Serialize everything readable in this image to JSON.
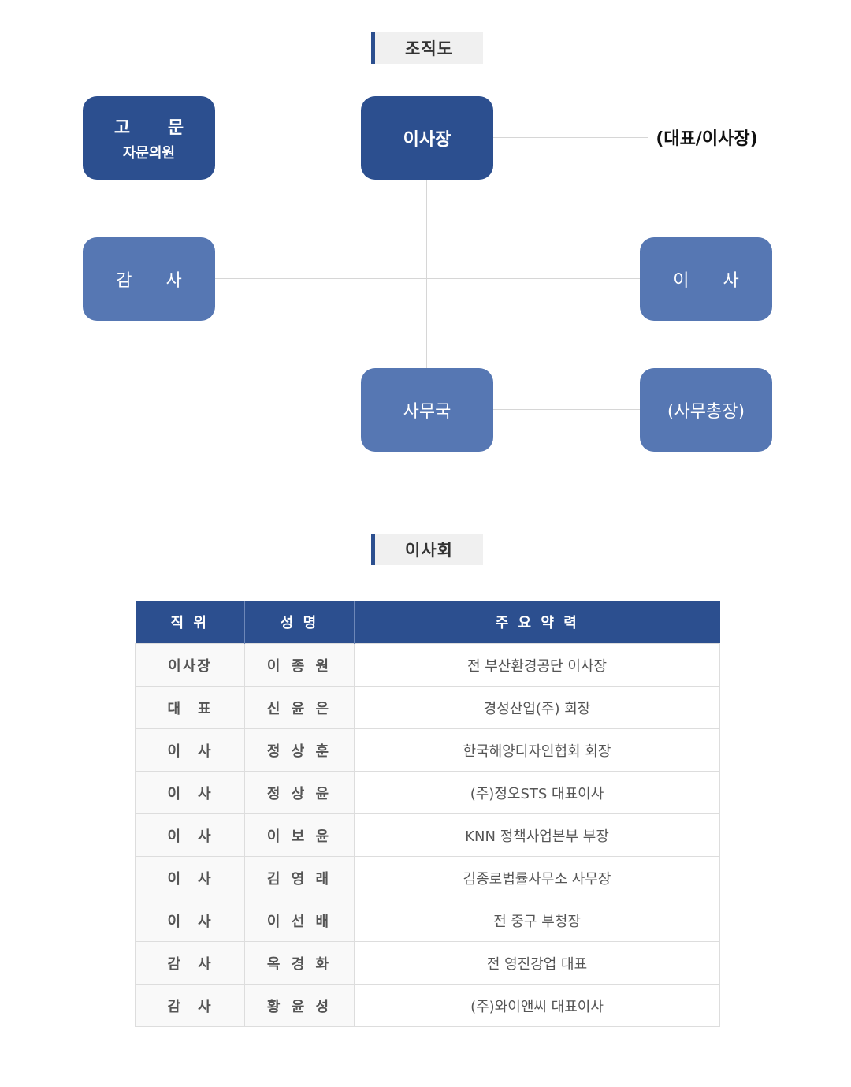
{
  "org_chart": {
    "title": "조직도",
    "advisor": {
      "line1": "고 문",
      "line2": "자문의원"
    },
    "chairman": "이사장",
    "chairman_note": "(대표/이사장)",
    "auditor": "감 사",
    "director": "이 사",
    "secretariat": "사무국",
    "secretary_general": "(사무총장)",
    "colors": {
      "dark": "#2c4f8f",
      "light": "#5677b3"
    }
  },
  "board": {
    "title": "이사회",
    "headers": [
      "직 위",
      "성 명",
      "주 요 약 력"
    ],
    "rows": [
      {
        "position": "이사장",
        "name": "이 종 원",
        "career": "전 부산환경공단 이사장"
      },
      {
        "position": "대　표",
        "name": "신 윤 은",
        "career": "경성산업(주) 회장"
      },
      {
        "position": "이　사",
        "name": "정 상 훈",
        "career": "한국해양디자인협회 회장"
      },
      {
        "position": "이　사",
        "name": "정 상 윤",
        "career": "(주)정오STS 대표이사"
      },
      {
        "position": "이　사",
        "name": "이 보 윤",
        "career": "KNN 정책사업본부 부장"
      },
      {
        "position": "이　사",
        "name": "김 영 래",
        "career": "김종로법률사무소 사무장"
      },
      {
        "position": "이　사",
        "name": "이 선 배",
        "career": "전 중구 부청장"
      },
      {
        "position": "감　사",
        "name": "옥 경 화",
        "career": "전 영진강업 대표"
      },
      {
        "position": "감　사",
        "name": "황 윤 성",
        "career": "(주)와이앤씨 대표이사"
      }
    ]
  }
}
